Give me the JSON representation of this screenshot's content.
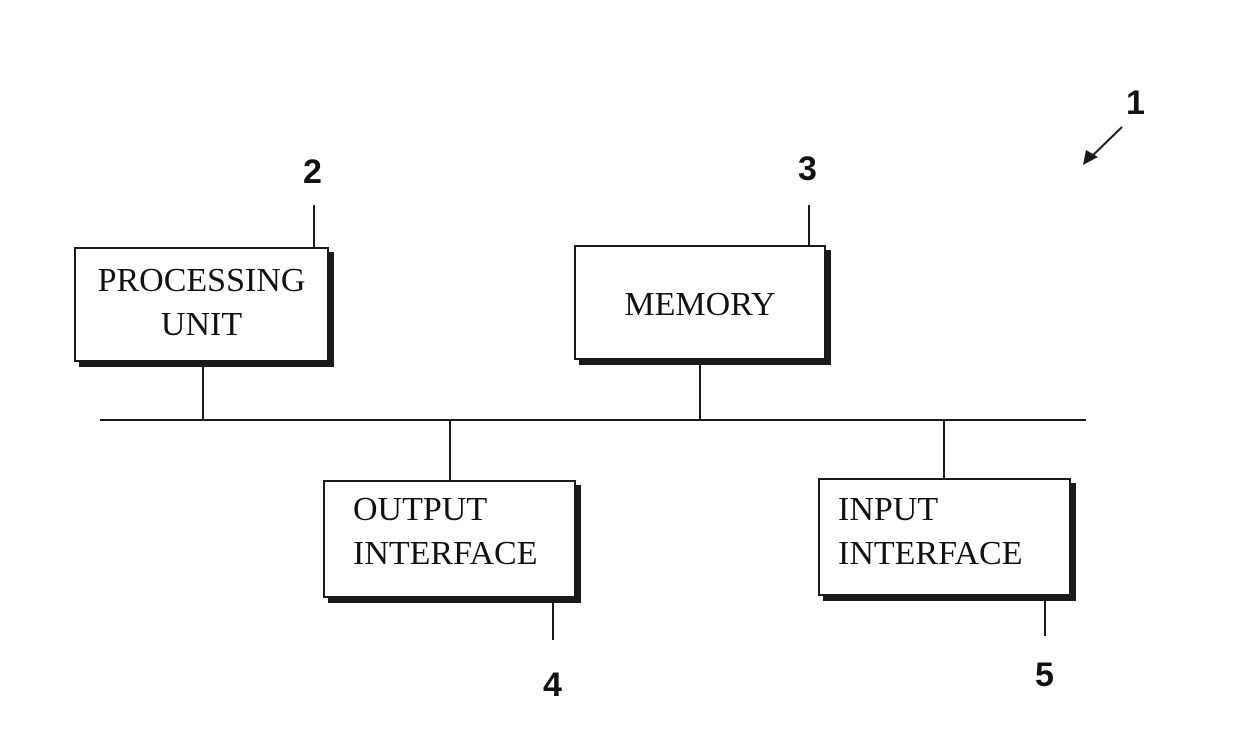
{
  "diagram": {
    "system_label": "1",
    "processing_unit": {
      "ref": "2",
      "lines": [
        "PROCESSING",
        "UNIT"
      ]
    },
    "memory": {
      "ref": "3",
      "lines": [
        "MEMORY"
      ]
    },
    "output_interface": {
      "ref": "4",
      "lines": [
        "OUTPUT",
        "INTERFACE"
      ]
    },
    "input_interface": {
      "ref": "5",
      "lines": [
        "INPUT",
        "INTERFACE"
      ]
    }
  }
}
